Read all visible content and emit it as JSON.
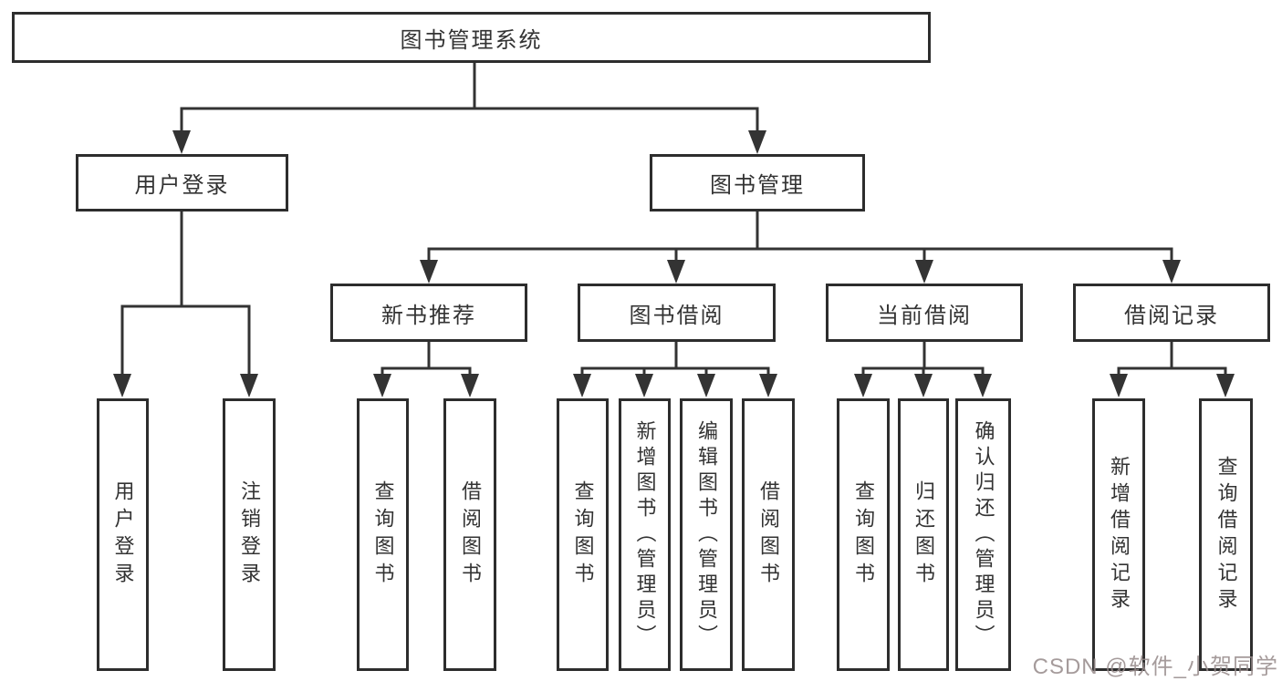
{
  "tree": {
    "label": "图书管理系统",
    "children": [
      {
        "label": "用户登录",
        "children": [
          {
            "label": "用户登录"
          },
          {
            "label": "注销登录"
          }
        ]
      },
      {
        "label": "图书管理",
        "children": [
          {
            "label": "新书推荐",
            "children": [
              {
                "label": "查询图书"
              },
              {
                "label": "借阅图书"
              }
            ]
          },
          {
            "label": "图书借阅",
            "children": [
              {
                "label": "查询图书"
              },
              {
                "label": "新增图书（管理员）"
              },
              {
                "label": "编辑图书（管理员）"
              },
              {
                "label": "借阅图书"
              }
            ]
          },
          {
            "label": "当前借阅",
            "children": [
              {
                "label": "查询图书"
              },
              {
                "label": "归还图书"
              },
              {
                "label": "确认归还（管理员）"
              }
            ]
          },
          {
            "label": "借阅记录",
            "children": [
              {
                "label": "新增借阅记录"
              },
              {
                "label": "查询借阅记录"
              }
            ]
          }
        ]
      }
    ]
  },
  "watermark": {
    "text": "CSDN @软件_小贺同学"
  },
  "colors": {
    "line": "#333333",
    "box_border": "#2d2d2d",
    "text": "#333333",
    "background": "#ffffff",
    "watermark": "#968a8a"
  }
}
